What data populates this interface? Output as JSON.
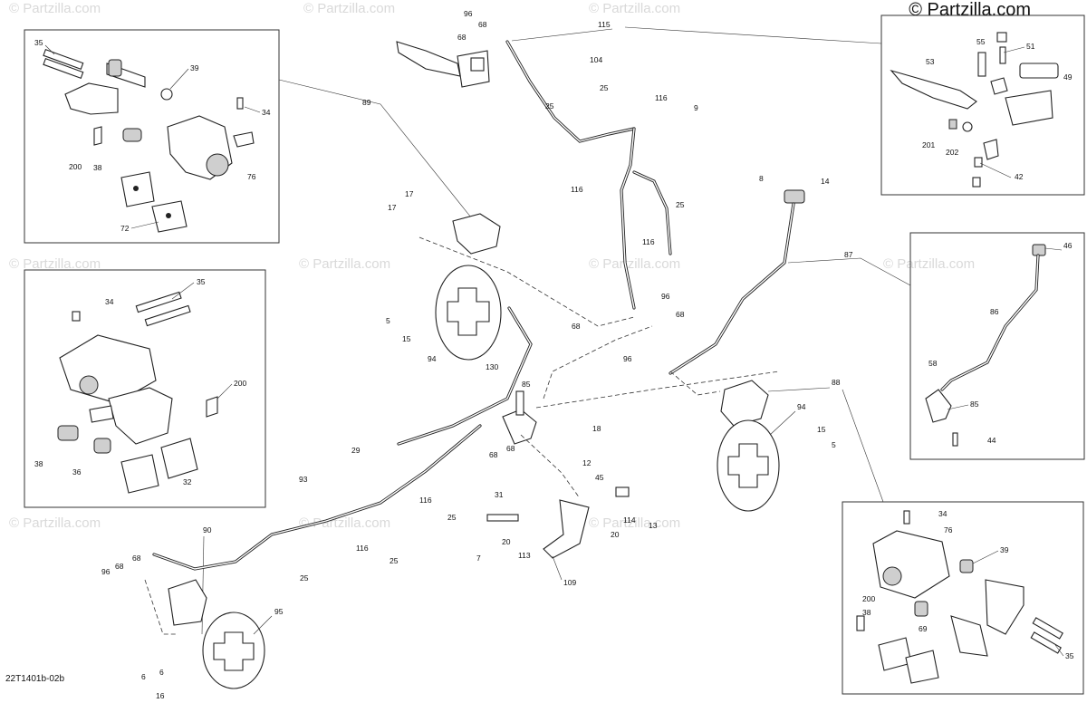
{
  "brand": "© Partzilla.com",
  "watermark": "© Partzilla.com",
  "diagram_code": "22T1401b-02b",
  "callouts": {
    "tl_35": "35",
    "tl_39": "39",
    "tl_34": "34",
    "tl_200": "200",
    "tl_38": "38",
    "tl_76": "76",
    "tl_72": "72",
    "ml_34": "34",
    "ml_35": "35",
    "ml_200": "200",
    "ml_36": "36",
    "ml_38": "38",
    "ml_32": "32",
    "tr_55": "55",
    "tr_51": "51",
    "tr_53": "53",
    "tr_49": "49",
    "tr_201": "201",
    "tr_202": "202",
    "tr_42": "42",
    "mr_46": "46",
    "mr_86": "86",
    "mr_58": "58",
    "mr_85": "85",
    "mr_44": "44",
    "br_34": "34",
    "br_76": "76",
    "br_39": "39",
    "br_200": "200",
    "br_38": "38",
    "br_69": "69",
    "br_35": "35",
    "c_96": "96",
    "c_68a": "68",
    "c_68b": "68",
    "c_115": "115",
    "c_104": "104",
    "c_25a": "25",
    "c_25b": "25",
    "c_116a": "116",
    "c_9": "9",
    "c_116b": "116",
    "c_25c": "25",
    "c_116c": "116",
    "c_89": "89",
    "c_17a": "17",
    "c_17b": "17",
    "c_5a": "5",
    "c_15a": "15",
    "c_94a": "94",
    "c_8": "8",
    "c_14": "14",
    "c_87": "87",
    "c_88": "88",
    "c_94b": "94",
    "c_15b": "15",
    "c_5b": "5",
    "c_68c": "68",
    "c_96b": "96",
    "c_96c": "96",
    "c_68d": "68",
    "c_130": "130",
    "c_85": "85",
    "c_68e": "68",
    "c_68f": "68",
    "c_18": "18",
    "c_29": "29",
    "c_12": "12",
    "c_45": "45",
    "c_31": "31",
    "c_116d": "116",
    "c_25d": "25",
    "c_93": "93",
    "c_7": "7",
    "c_20a": "20",
    "c_114": "114",
    "c_20b": "20",
    "c_13": "13",
    "c_113": "113",
    "c_109": "109",
    "c_116e": "116",
    "c_25e": "25",
    "c_25f": "25",
    "c_90": "90",
    "c_68g": "68",
    "c_96d": "96",
    "c_68h": "68",
    "c_95": "95",
    "c_6a": "6",
    "c_6b": "6",
    "c_16": "16"
  }
}
